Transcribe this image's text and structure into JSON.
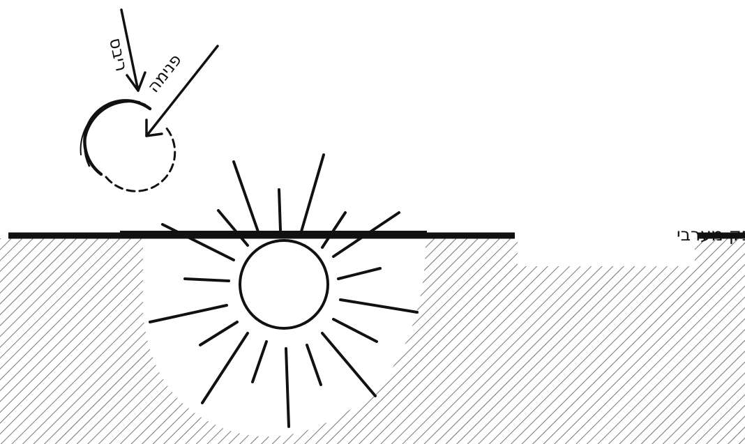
{
  "labels": {
    "horizon": "אופק מערבי",
    "outer_arrow": "פנימה",
    "inner_arrow": "ריבס"
  },
  "colors": {
    "ink": "#111111",
    "background": "#ffffff"
  },
  "icons": {
    "sun": "sun-icon",
    "moon": "crescent-moon-icon"
  }
}
